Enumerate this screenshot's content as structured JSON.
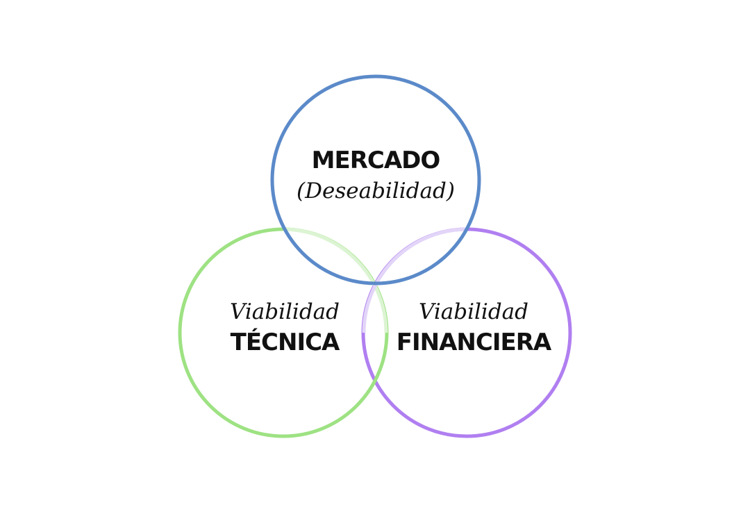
{
  "diagram": {
    "circles": [
      {
        "id": "market",
        "title": "MERCADO",
        "subtitle": "(Deseabilidad)",
        "color": "#5b8ac9"
      },
      {
        "id": "technical",
        "prefix": "Viabilidad",
        "title": "TÉCNICA",
        "color": "#9ee283"
      },
      {
        "id": "financial",
        "prefix": "Viabilidad",
        "title": "FINANCIERA",
        "color": "#b07ff0"
      }
    ],
    "overlap_tint": {
      "technical_light": "#dcf4d3",
      "financial_light": "#e2d5f8"
    }
  }
}
